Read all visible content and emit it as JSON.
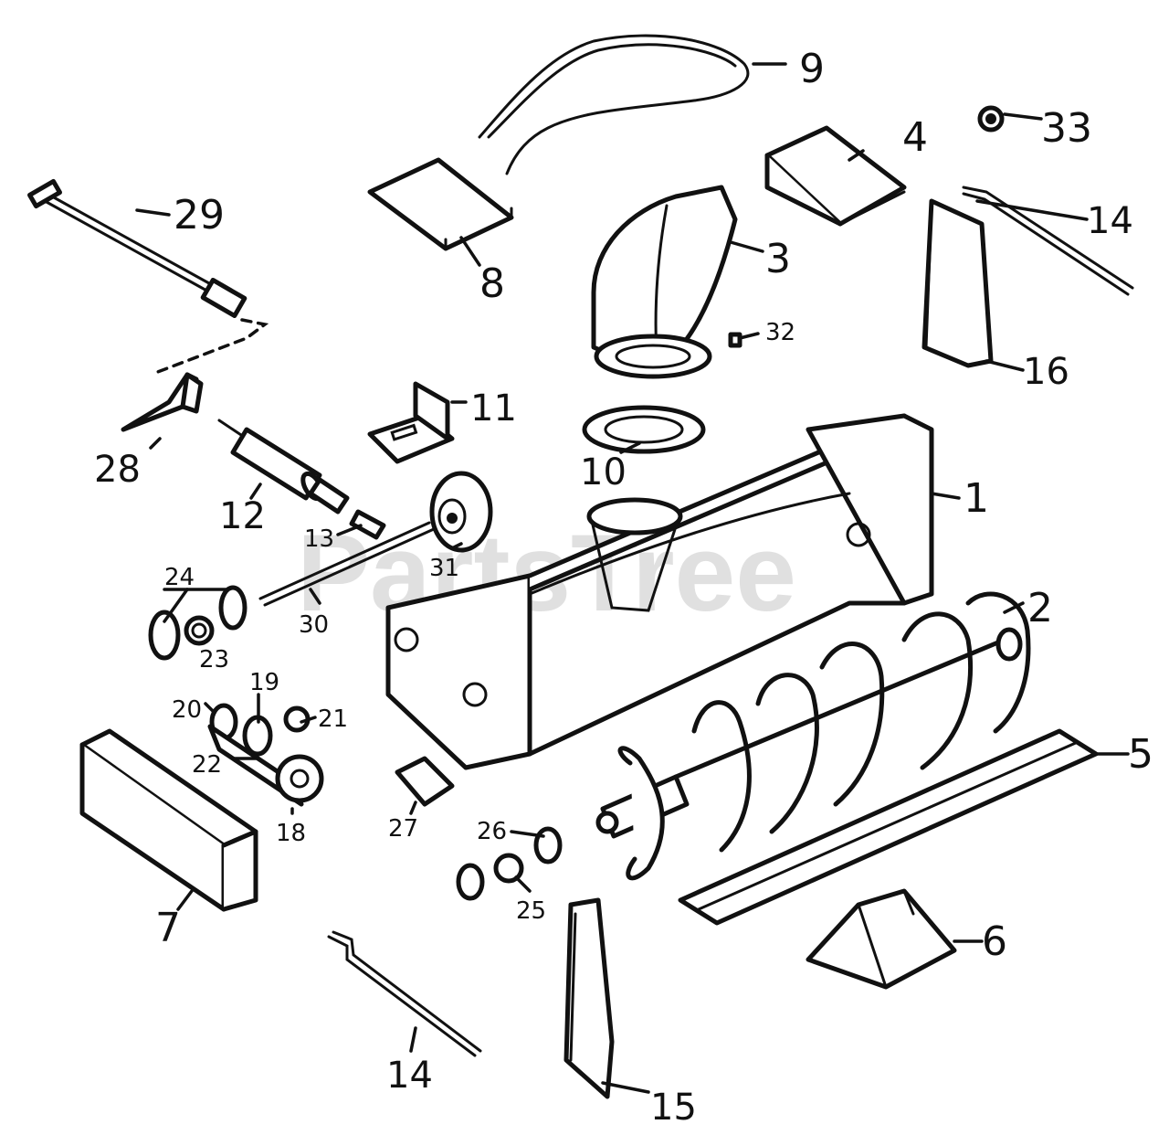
{
  "watermark": "PartsTree",
  "colors": {
    "ink": "#111111",
    "paper": "#ffffff",
    "watermark": "#c8c8c8"
  },
  "callouts": {
    "c1": "1",
    "c2": "2",
    "c3": "3",
    "c4": "4",
    "c5": "5",
    "c6": "6",
    "c7": "7",
    "c8": "8",
    "c9": "9",
    "c10": "10",
    "c11": "11",
    "c12": "12",
    "c13": "13",
    "c14a": "14",
    "c14b": "14",
    "c15": "15",
    "c16": "16",
    "c18": "18",
    "c19": "19",
    "c20": "20",
    "c21": "21",
    "c22": "22",
    "c23": "23",
    "c24": "24",
    "c25": "25",
    "c26": "26",
    "c27": "27",
    "c28": "28",
    "c29": "29",
    "c30": "30",
    "c31": "31",
    "c32": "32",
    "c33": "33"
  }
}
